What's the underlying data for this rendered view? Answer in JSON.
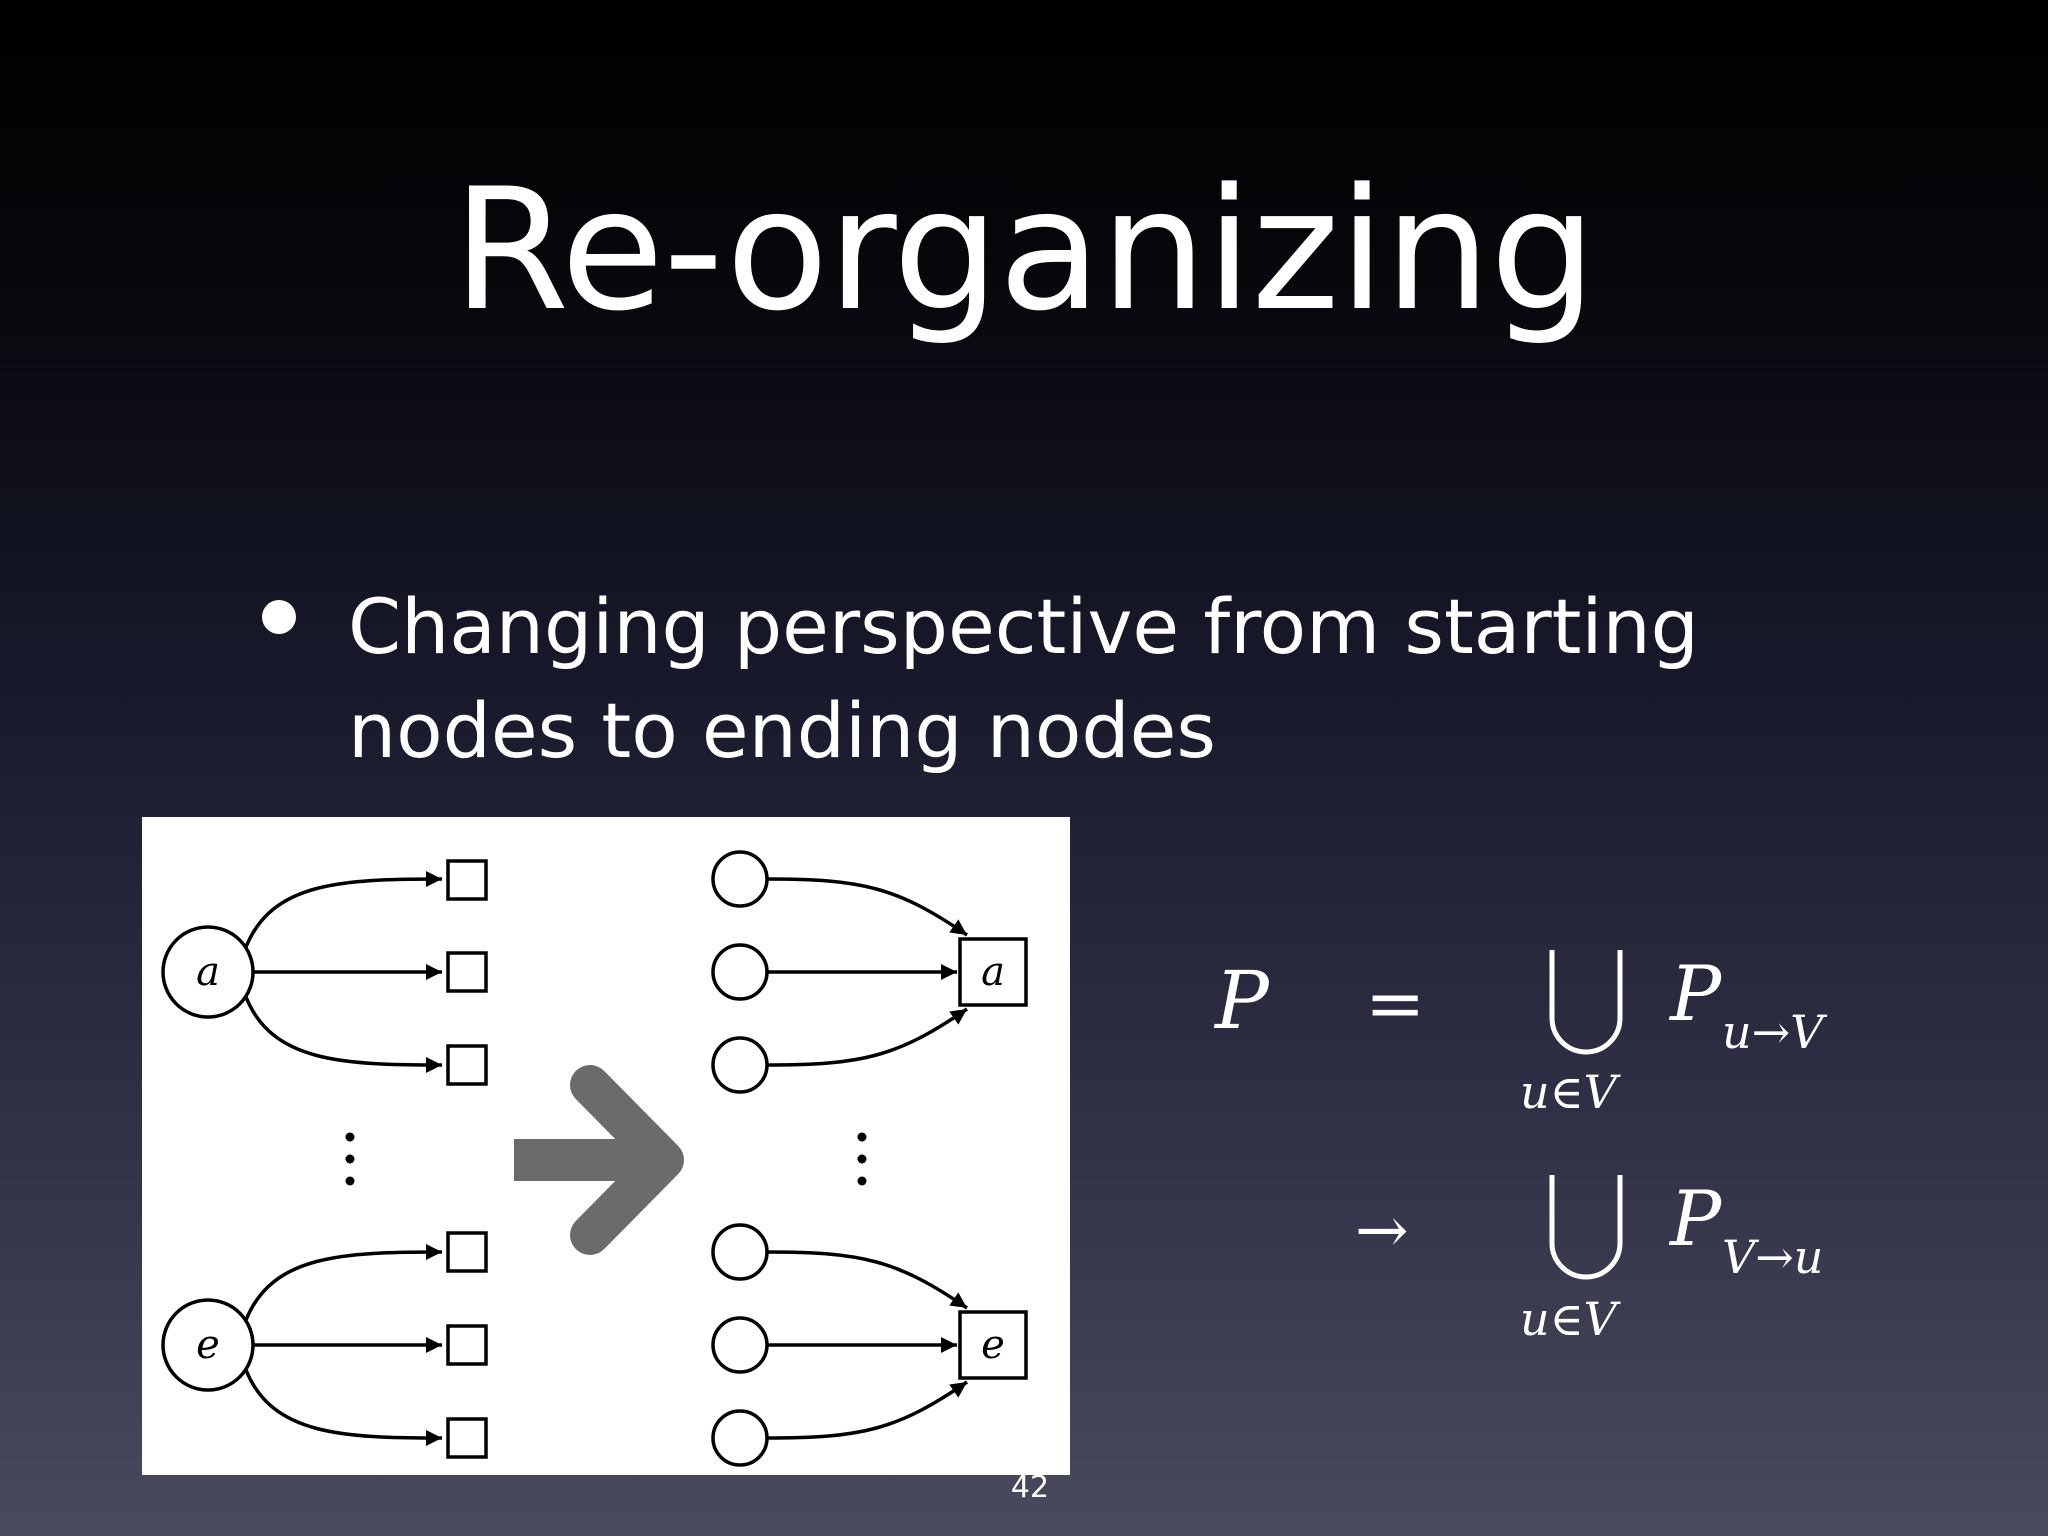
{
  "slide": {
    "title": "Re-organizing",
    "bullets": [
      "Changing perspective from starting nodes to ending nodes"
    ],
    "page_number": "42"
  },
  "diagram": {
    "left_node_labels": [
      "a",
      "e"
    ],
    "right_node_labels": [
      "a",
      "e"
    ],
    "ellipsis": "⋮"
  },
  "formula": {
    "lhs": "P",
    "eq": "=",
    "arrow": "→",
    "union": "⋃",
    "line1_term": "P",
    "line1_sub": "u→V",
    "line2_term": "P",
    "line2_sub": "V→u",
    "under": "u∈V"
  }
}
